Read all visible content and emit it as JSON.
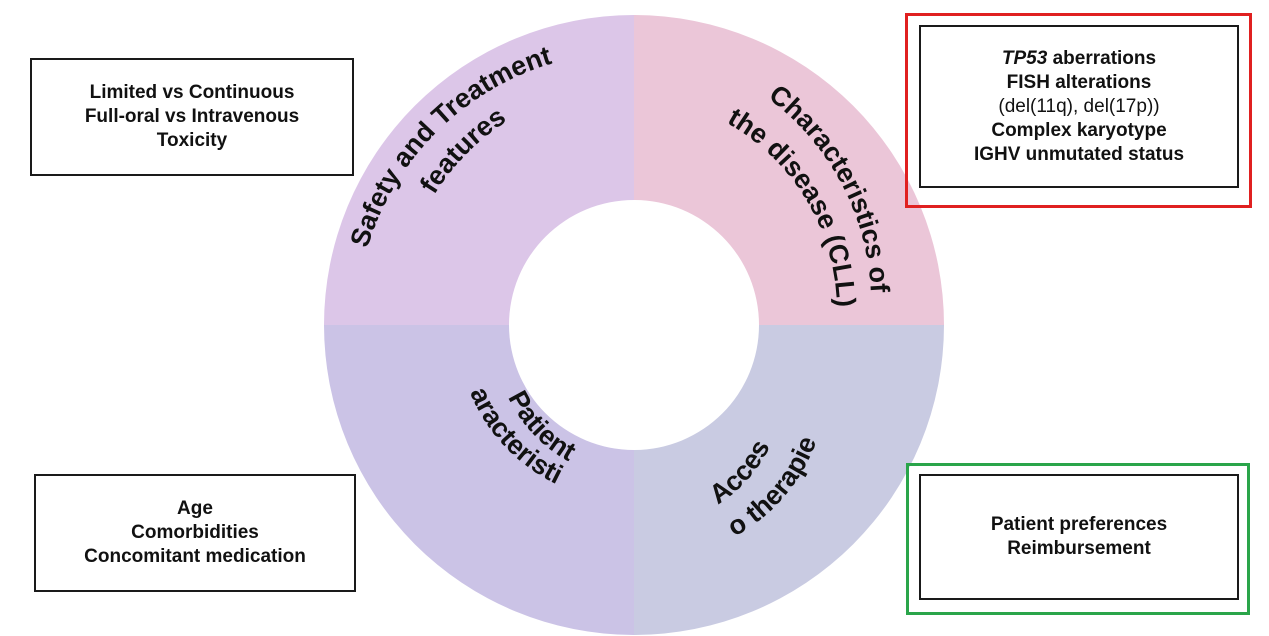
{
  "ring": {
    "colors": {
      "top_left": "#dcc6e8",
      "top_right": "#ebc6d8",
      "bottom_left": "#cbc3e6",
      "bottom_right": "#c9cbe2"
    },
    "sectors": {
      "top_left": {
        "line1": "Safety and Treatment",
        "line2": "features"
      },
      "top_right": {
        "line1": "Characteristics of",
        "line2": "the disease (CLL)"
      },
      "bottom_left": {
        "line1": "Patient",
        "line2": "characteristics"
      },
      "bottom_right": {
        "line1": "Access",
        "line2": "to therapies"
      }
    }
  },
  "boxes": {
    "safety": [
      "Limited vs Continuous",
      "Full-oral vs Intravenous",
      "Toxicity"
    ],
    "disease": {
      "tp53_gene": "TP53",
      "tp53_rest": " aberrations",
      "fish": "FISH alterations",
      "dels": "(del(11q), del(17p))",
      "complex": "Complex karyotype",
      "ighv": "IGHV unmutated status"
    },
    "patient": [
      "Age",
      "Comorbidities",
      "Concomitant medication"
    ],
    "access": [
      "Patient preferences",
      "Reimbursement"
    ]
  },
  "highlights": {
    "disease_frame": "#e02020",
    "access_frame": "#2aa54a"
  }
}
